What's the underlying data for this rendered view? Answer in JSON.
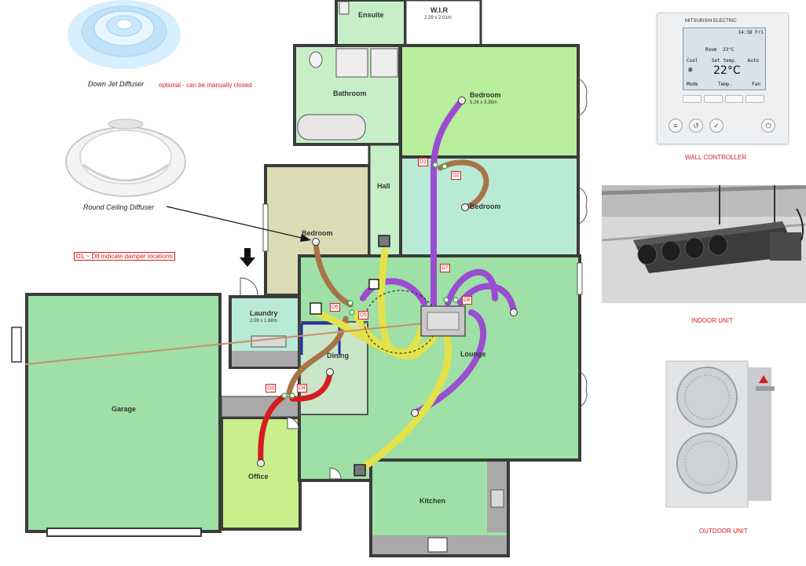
{
  "rooms": {
    "ensuite": "Ensuite",
    "wir": "W.I.R",
    "wir_dim": "2.29 x 2.01m",
    "bathroom": "Bathroom",
    "bedroom_top": "Bedroom",
    "bedroom_top_dim": "5.26 x 3.36m",
    "hall": "Hall",
    "bedroom_mid": "Bedroom",
    "bedroom_left": "Bedroom",
    "laundry": "Laundry",
    "laundry_dim": "2.09 x 1.68m",
    "dining": "Dining",
    "lounge": "Lounge",
    "garage": "Garage",
    "office": "Office",
    "kitchen": "Kitchen"
  },
  "legend": {
    "down_jet": "Down Jet Diffuser",
    "down_jet_note": "optional - can be manually closed",
    "round_ceiling": "Round Ceiling Diffuser",
    "damper_note": "D1 ~ D8 indicate damper locations"
  },
  "dampers": [
    "D1",
    "D2",
    "D3",
    "D4",
    "D5",
    "D6",
    "D7",
    "D8"
  ],
  "equipment": {
    "wall_controller": "WALL CONTROLLER",
    "indoor_unit": "INDOOR UNIT",
    "outdoor_unit": "OUTDOOR UNIT"
  },
  "controller": {
    "brand": "MITSUBISHI ELECTRIC",
    "time": "14:38 Fri",
    "room": "Room",
    "room_temp": "23°C",
    "mode": "Cool",
    "set_temp_label": "Set temp.",
    "set_temp": "22°C",
    "fan": "Auto",
    "softkey_mode": "Mode",
    "softkey_temp": "Temp.",
    "softkey_fan": "Fan"
  },
  "colors": {
    "bedroom_green": "#b8ee9c",
    "room_green": "#9ee0a6",
    "teal": "#b8ead6",
    "tan": "#dcdcb4",
    "garage": "#9ee0a6",
    "office": "#c8ef8c",
    "duct_purple": "#9b4dd2",
    "duct_brown": "#a87347",
    "duct_yellow": "#e3e24b",
    "duct_red": "#d51d1d",
    "label_red": "#d51d1d"
  }
}
